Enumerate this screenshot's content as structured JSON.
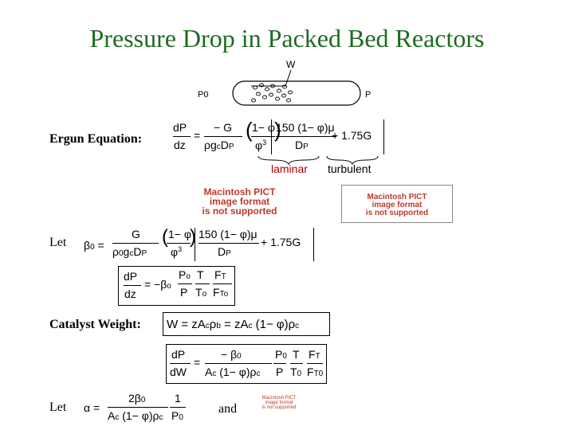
{
  "title": "Pressure Drop in Packed Bed Reactors",
  "reactor": {
    "w_label": "W",
    "inlet_label": "P0",
    "outlet_label": "P"
  },
  "labels": {
    "ergun": "Ergun Equation:",
    "let1": "Let",
    "catalyst": "Catalyst Weight:",
    "let2": "Let",
    "and": "and",
    "laminar": "laminar",
    "turbulent": "turbulent"
  },
  "pict_notice": [
    "Macintosh PICT",
    "image format",
    "is not supported"
  ],
  "colors": {
    "title": "#1f6b1f",
    "laminar": "#b00000",
    "notice": "#c0392b"
  }
}
